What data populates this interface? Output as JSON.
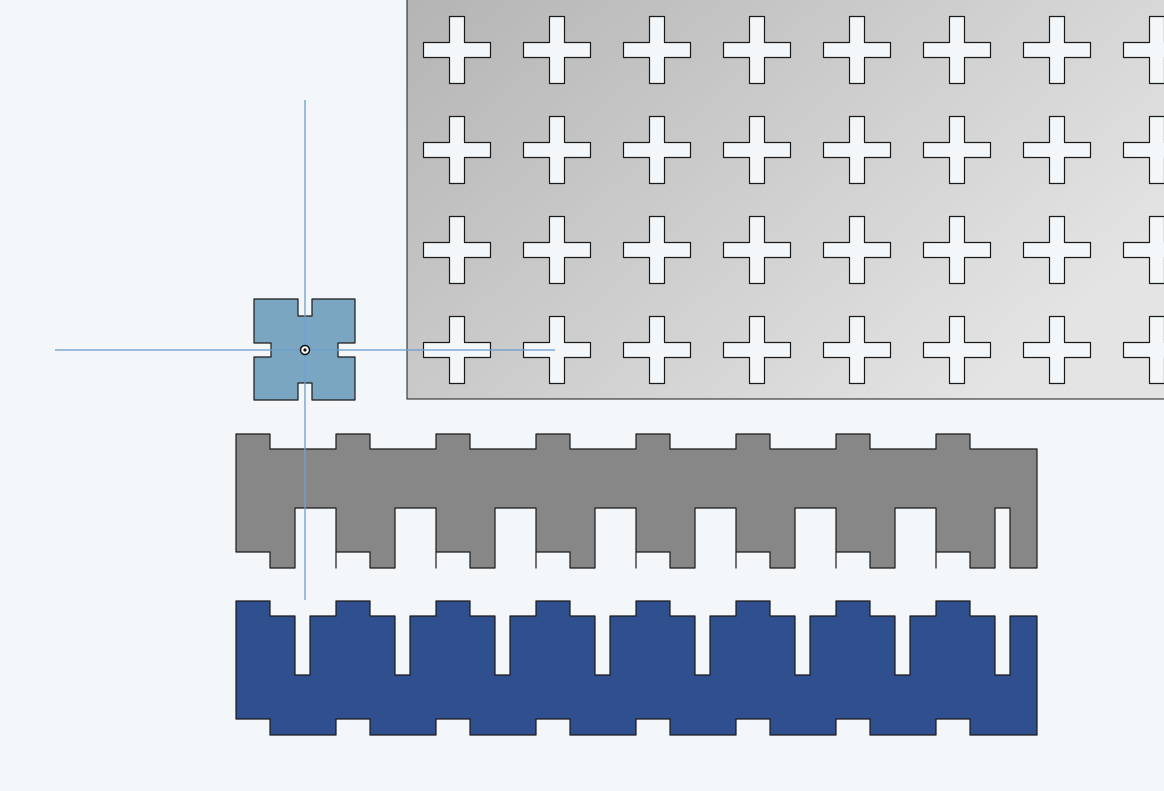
{
  "viewport": {
    "background": "#f4f7f9",
    "plate": {
      "fill_start": "#b4b4b4",
      "fill_end": "#e4e4e4",
      "hole_fill": "#f4f7f9",
      "rows": 4,
      "cols": 8
    },
    "gray_strip": {
      "fill": "#878787",
      "tabs": 8
    },
    "blue_strip": {
      "fill": "#2f4f8f",
      "tabs": 8
    },
    "selected_part": {
      "fill": "#7aa6c2"
    },
    "axis_color": "#6f9fd0",
    "outline_color": "#1a1a1a"
  }
}
